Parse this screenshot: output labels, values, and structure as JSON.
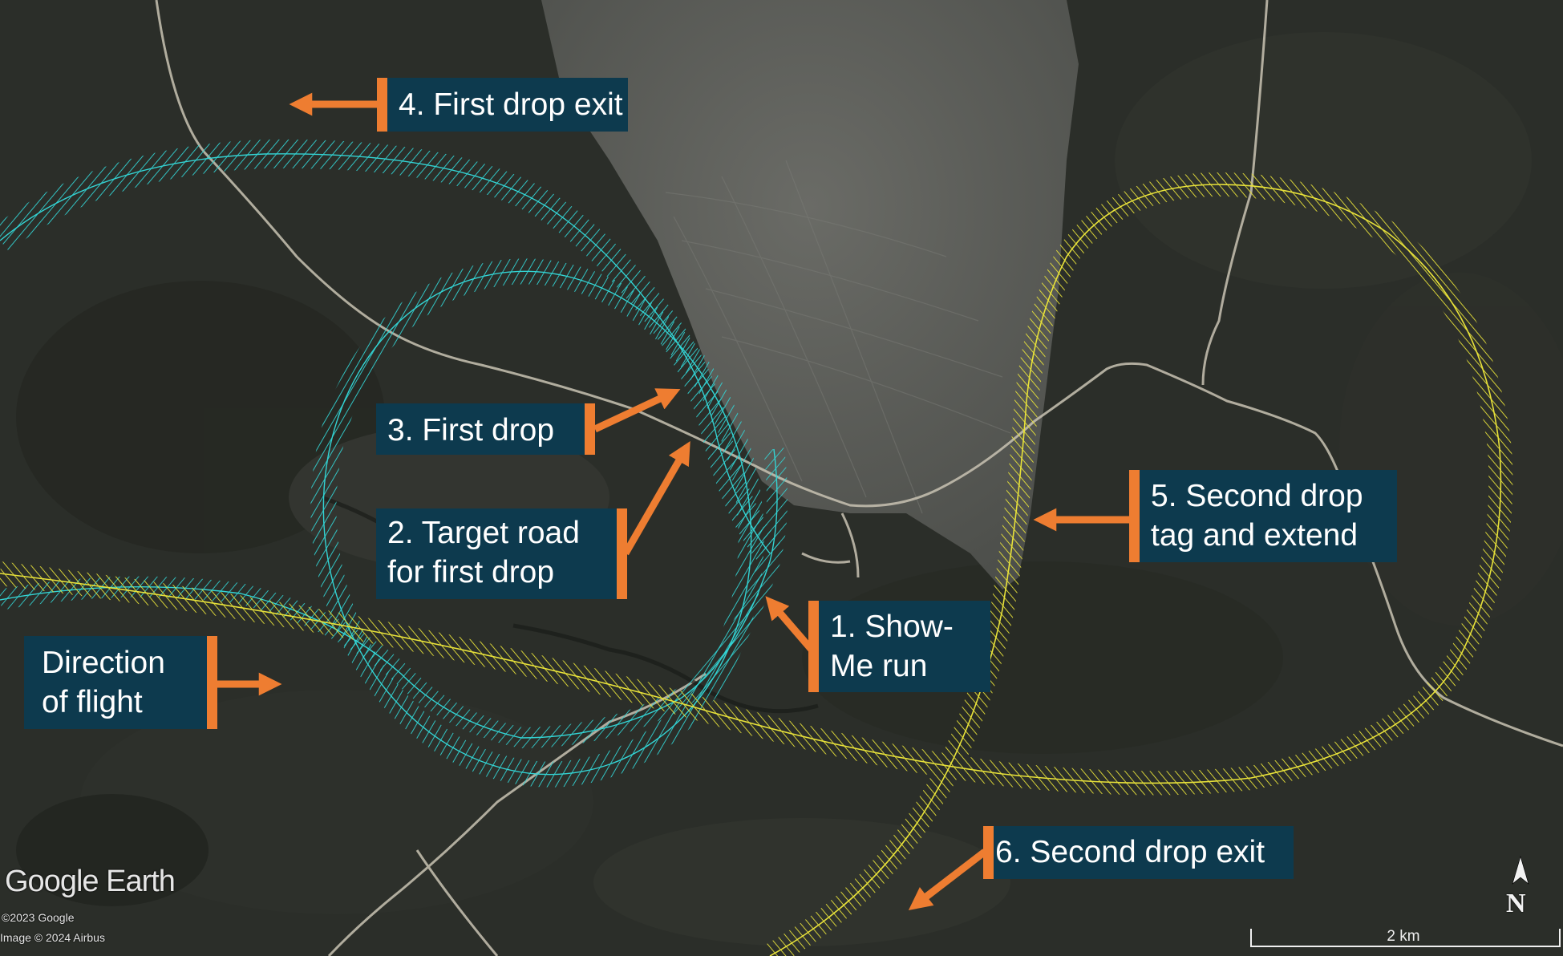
{
  "map": {
    "type": "satellite-image-annotated",
    "colors": {
      "terrain": "#2b2e29",
      "dry-lakebed": "#5a5b57",
      "road": "#c9c3b3",
      "track1": "#33d4d4",
      "track2": "#e8e23a",
      "callout_bg": "#0d3a4e",
      "arrow": "#ee7d31"
    }
  },
  "callouts": {
    "c4": {
      "lines": [
        "4. First drop exit"
      ]
    },
    "c3": {
      "lines": [
        "3. First drop"
      ]
    },
    "c2": {
      "lines": [
        "2. Target road",
        "for first drop"
      ]
    },
    "c1": {
      "lines": [
        "1. Show-",
        "Me run"
      ]
    },
    "c5": {
      "lines": [
        "5. Second drop",
        "tag and extend"
      ]
    },
    "cd": {
      "lines": [
        "Direction",
        "of flight"
      ]
    },
    "c6": {
      "lines": [
        "6. Second drop exit"
      ]
    }
  },
  "attribution": {
    "logo_google": "Google",
    "logo_earth": " Earth",
    "copyright_1": "©2023 Google",
    "copyright_2": "Image © 2024 Airbus"
  },
  "scale_bar": {
    "label": "2 km"
  },
  "north_arrow": {
    "label": "N"
  }
}
